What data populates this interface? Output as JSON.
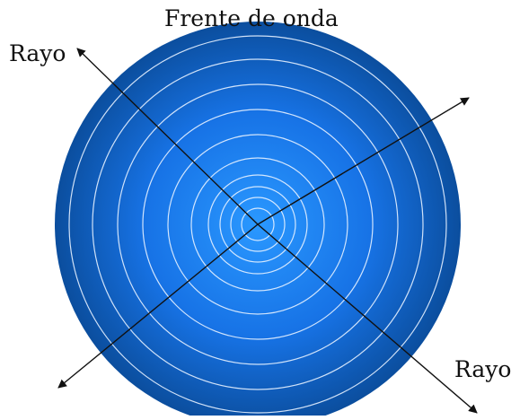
{
  "diagram": {
    "title": "Frente de onda",
    "ray_label_top": "Rayo",
    "ray_label_bottom": "Rayo",
    "wave_ring_count": 10
  },
  "colors": {
    "sphere_center": "#1E90FF",
    "sphere_edge": "#0A4FA6",
    "wavefront_line": "#E6F1FF",
    "ray_line": "#111111",
    "text": "#111111"
  }
}
